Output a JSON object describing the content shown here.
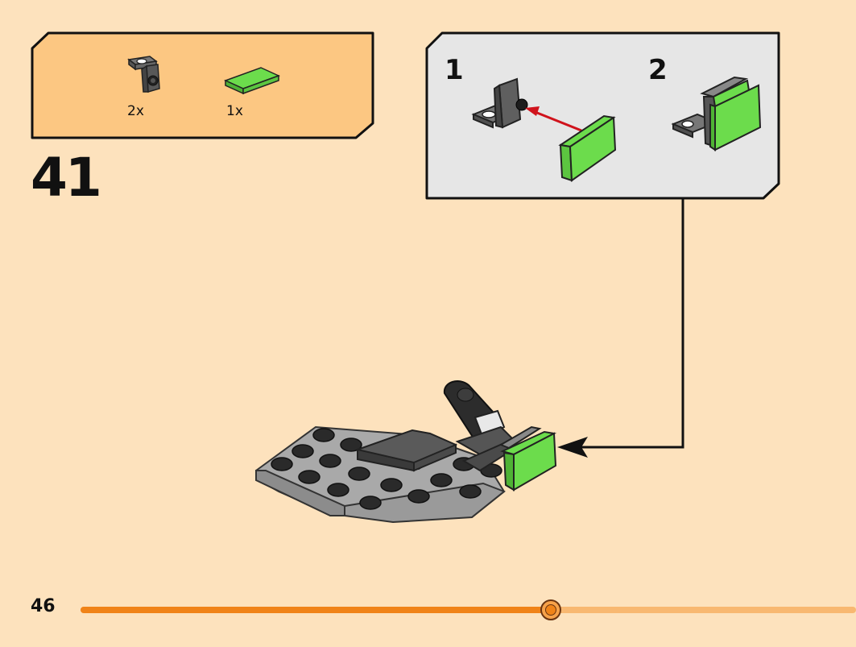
{
  "parts_list": {
    "items": [
      {
        "icon": "dark-gray-bracket-icon",
        "count": "2x"
      },
      {
        "icon": "green-tile-icon",
        "count": "1x"
      }
    ]
  },
  "step": {
    "number": "41"
  },
  "callout": {
    "substeps": [
      {
        "number": "1"
      },
      {
        "number": "2"
      }
    ]
  },
  "footer": {
    "page_number": "46",
    "progress": 0.606
  },
  "colors": {
    "background": "#fde2bd",
    "parts_box": "#fcc782",
    "callout_box": "#e6e6e6",
    "accent_orange": "#f08318",
    "brick_green": "#6cdc4c",
    "brick_dark_gray": "#595959",
    "brick_light_gray": "#a9a9a9",
    "arrow_red": "#d0131c"
  }
}
